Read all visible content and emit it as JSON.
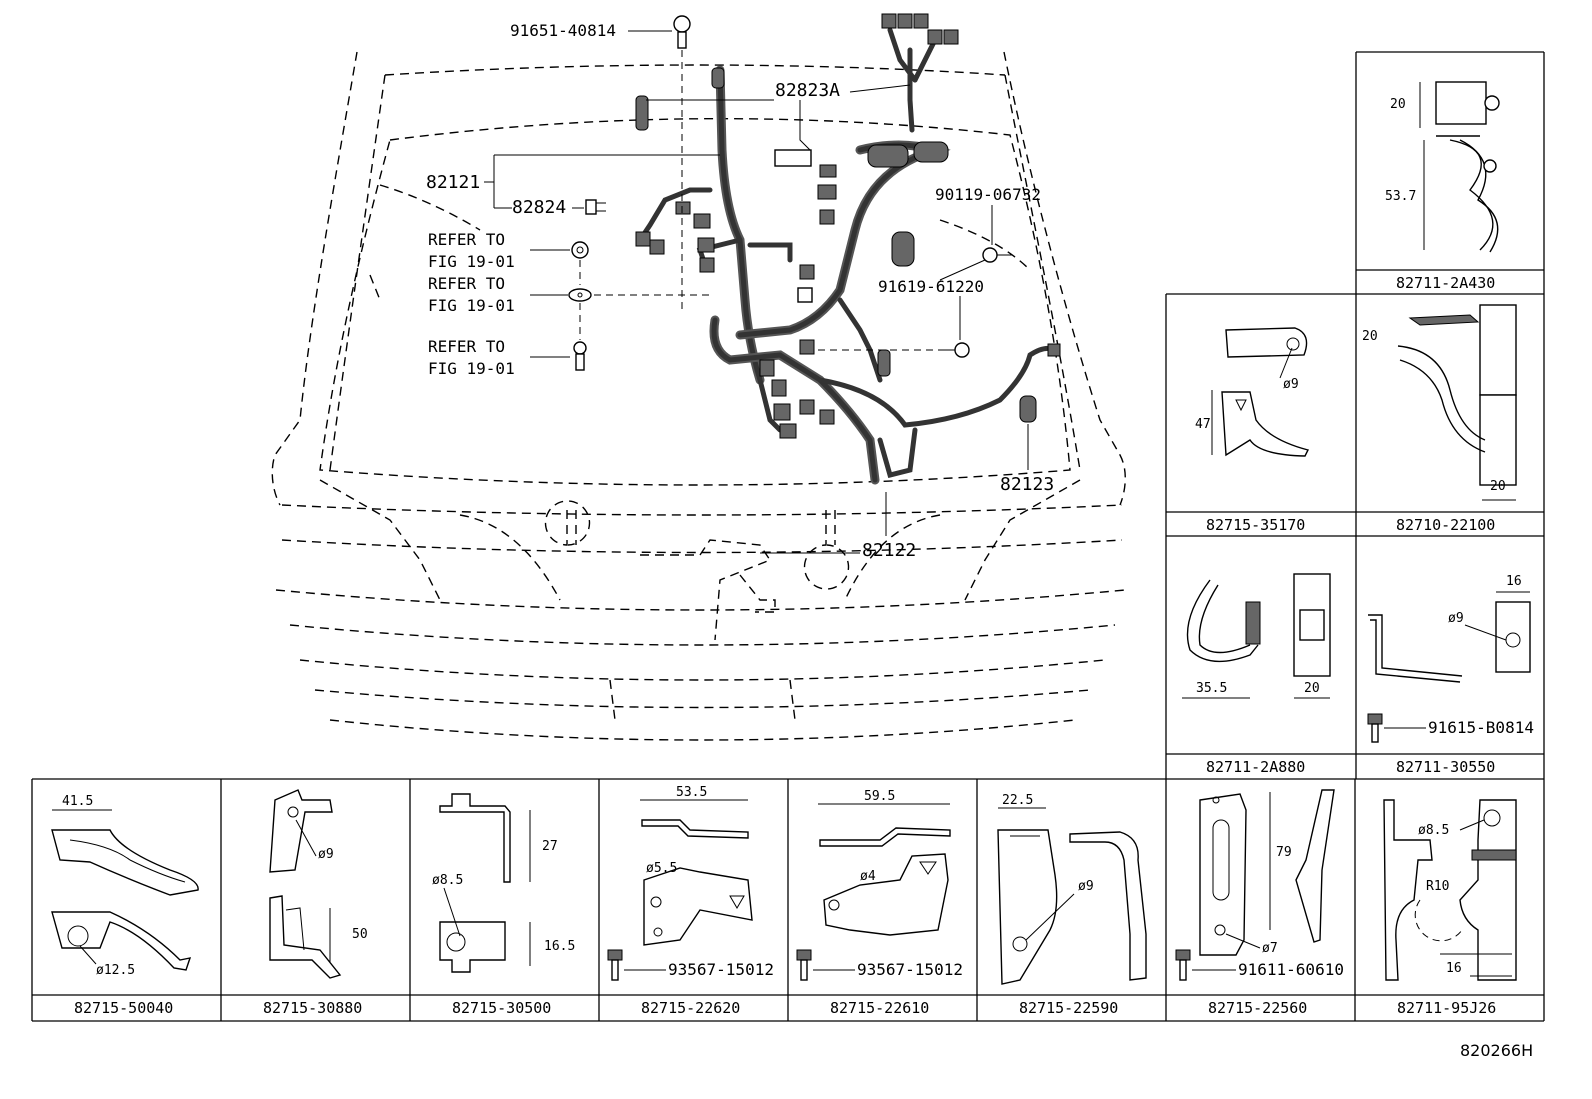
{
  "main": {
    "callouts": {
      "c91651": "91651-40814",
      "c82823a": "82823A",
      "c82121": "82121",
      "c82824": "82824",
      "refer1a": "REFER TO",
      "refer1b": "FIG 19-01",
      "refer2a": "REFER TO",
      "refer2b": "FIG 19-01",
      "refer3a": "REFER TO",
      "refer3b": "FIG 19-01",
      "c90119": "90119-06732",
      "c91619": "91619-61220",
      "c82123": "82123",
      "c82122": "82122"
    }
  },
  "panels": {
    "p2A430": {
      "part": "82711-2A430",
      "dims": [
        "20",
        "53.7"
      ]
    },
    "p35170": {
      "part": "82715-35170",
      "dims": [
        "47",
        "ø9"
      ]
    },
    "p22100": {
      "part": "82710-22100",
      "dims": [
        "20",
        "20"
      ]
    },
    "p2A880": {
      "part": "82711-2A880",
      "dims": [
        "35.5",
        "20"
      ]
    },
    "p30550": {
      "part": "82711-30550",
      "dims": [
        "16",
        "ø9"
      ],
      "bolt": "91615-B0814"
    },
    "p50040": {
      "part": "82715-50040",
      "dims": [
        "41.5",
        "ø12.5"
      ]
    },
    "p30880": {
      "part": "82715-30880",
      "dims": [
        "ø9",
        "50"
      ]
    },
    "p30500": {
      "part": "82715-30500",
      "dims": [
        "27",
        "ø8.5",
        "16.5"
      ]
    },
    "p22620": {
      "part": "82715-22620",
      "dims": [
        "53.5",
        "ø5.5"
      ],
      "bolt": "93567-15012"
    },
    "p22610": {
      "part": "82715-22610",
      "dims": [
        "59.5",
        "ø4"
      ],
      "bolt": "93567-15012"
    },
    "p22590": {
      "part": "82715-22590",
      "dims": [
        "22.5",
        "ø9"
      ]
    },
    "p22560": {
      "part": "82715-22560",
      "dims": [
        "79",
        "ø7"
      ],
      "bolt": "91611-60610"
    },
    "p95J26": {
      "part": "82711-95J26",
      "dims": [
        "ø8.5",
        "R10",
        "16"
      ]
    }
  },
  "figure_id": "820266H"
}
